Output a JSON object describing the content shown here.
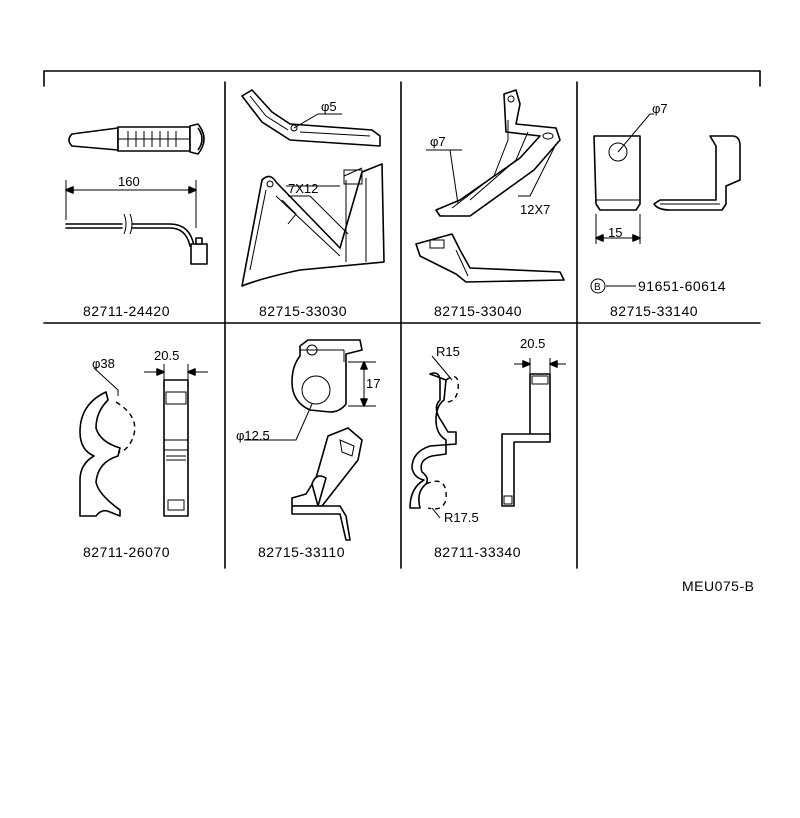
{
  "diagram_code": "MEU075-B",
  "cells": [
    {
      "part_number": "82711-24420",
      "dims": [
        "160"
      ]
    },
    {
      "part_number": "82715-33030",
      "dims": [
        "φ5",
        "7X12"
      ]
    },
    {
      "part_number": "82715-33040",
      "dims": [
        "φ7",
        "12X7"
      ]
    },
    {
      "part_number": "82715-33140",
      "dims": [
        "φ7",
        "15"
      ],
      "sub_marker": "B",
      "sub_part_number": "91651-60614"
    },
    {
      "part_number": "82711-26070",
      "dims": [
        "φ38",
        "20.5"
      ]
    },
    {
      "part_number": "82715-33110",
      "dims": [
        "17",
        "φ12.5"
      ]
    },
    {
      "part_number": "82711-33340",
      "dims": [
        "R15",
        "20.5",
        "R17.5"
      ]
    },
    {
      "part_number": ""
    }
  ]
}
